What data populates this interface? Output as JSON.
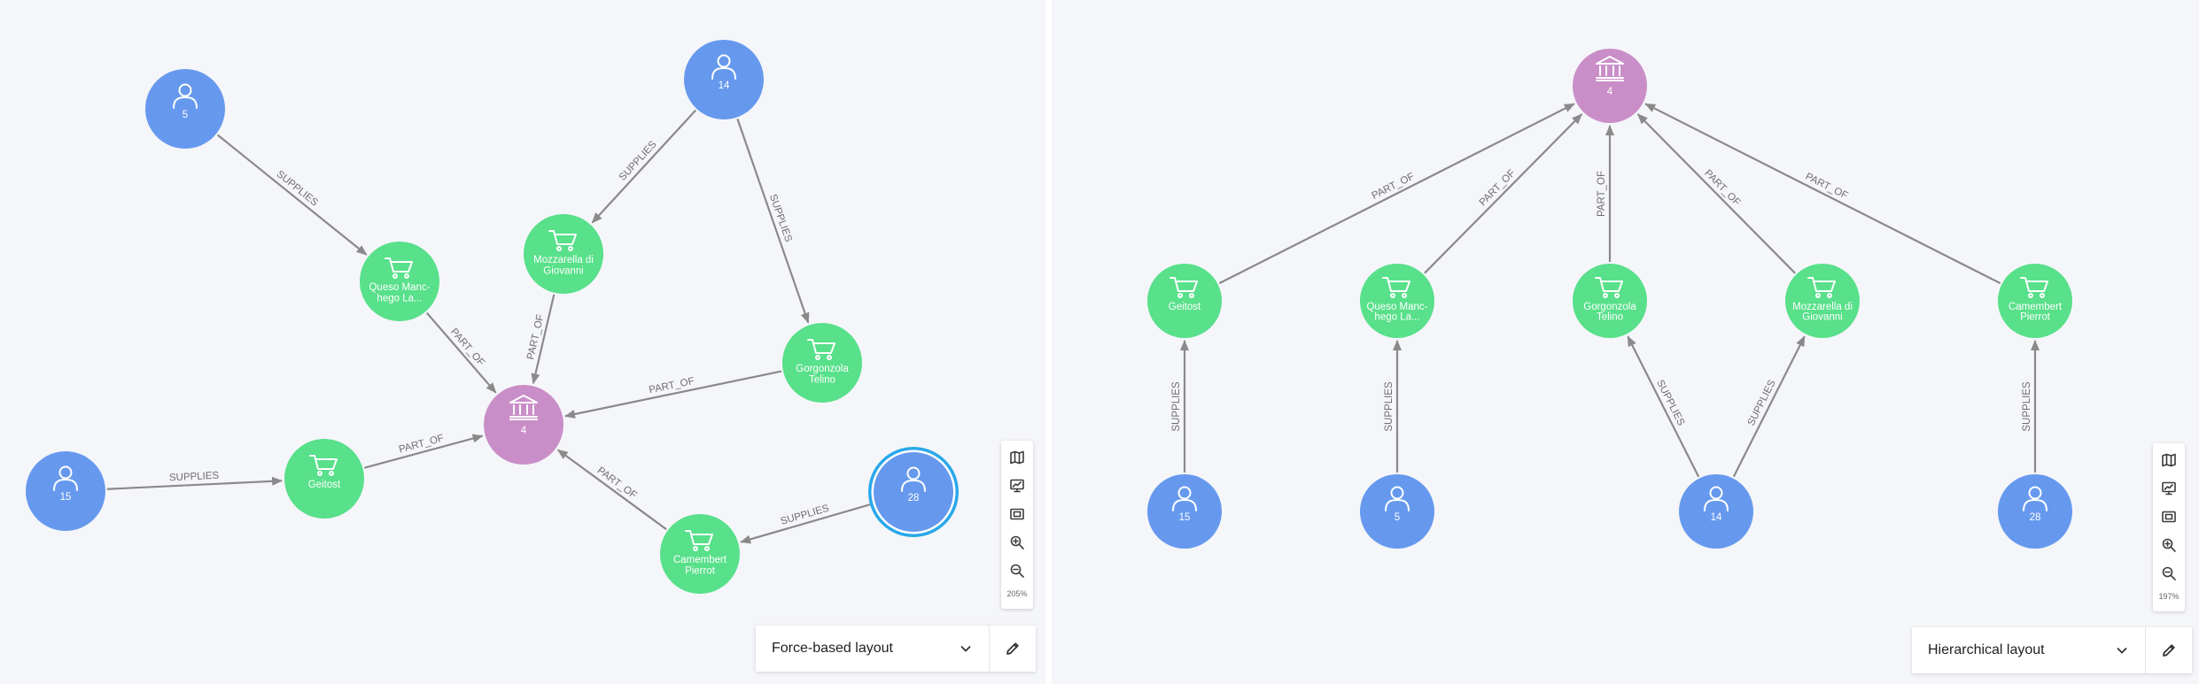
{
  "colors": {
    "supplier": "#6699ee",
    "product": "#58e08a",
    "category": "#c98ec8",
    "edge": "#8a8a8a",
    "selected_ring": "#29a8ea"
  },
  "edge_types": {
    "supplies": "SUPPLIES",
    "part_of": "PART_OF"
  },
  "icons": {
    "supplier": "person-icon",
    "product": "cart-icon",
    "category": "bank-icon"
  },
  "left_view": {
    "layout_label": "Force-based layout",
    "zoom_level": "205%",
    "selected_node": "n28",
    "nodes": [
      {
        "id": "n5",
        "type": "supplier",
        "lines": [
          "5"
        ]
      },
      {
        "id": "n14",
        "type": "supplier",
        "lines": [
          "14"
        ]
      },
      {
        "id": "n15",
        "type": "supplier",
        "lines": [
          "15"
        ]
      },
      {
        "id": "n28",
        "type": "supplier",
        "lines": [
          "28"
        ]
      },
      {
        "id": "nQueso",
        "type": "product",
        "lines": [
          "Queso Manc-",
          "hego La..."
        ]
      },
      {
        "id": "nMozz",
        "type": "product",
        "lines": [
          "Mozzarella di",
          "Giovanni"
        ]
      },
      {
        "id": "nGorg",
        "type": "product",
        "lines": [
          "Gorgonzola",
          "Telino"
        ]
      },
      {
        "id": "nGeit",
        "type": "product",
        "lines": [
          "Geitost"
        ]
      },
      {
        "id": "nCam",
        "type": "product",
        "lines": [
          "Camembert",
          "Pierrot"
        ]
      },
      {
        "id": "c4",
        "type": "category",
        "lines": [
          "4"
        ]
      }
    ],
    "edges": [
      {
        "from": "n5",
        "to": "nQueso",
        "label": "SUPPLIES"
      },
      {
        "from": "n14",
        "to": "nMozz",
        "label": "SUPPLIES"
      },
      {
        "from": "n14",
        "to": "nGorg",
        "label": "SUPPLIES"
      },
      {
        "from": "n15",
        "to": "nGeit",
        "label": "SUPPLIES"
      },
      {
        "from": "n28",
        "to": "nCam",
        "label": "SUPPLIES"
      },
      {
        "from": "nQueso",
        "to": "c4",
        "label": "PART_OF"
      },
      {
        "from": "nMozz",
        "to": "c4",
        "label": "PART_OF"
      },
      {
        "from": "nGorg",
        "to": "c4",
        "label": "PART_OF"
      },
      {
        "from": "nGeit",
        "to": "c4",
        "label": "PART_OF"
      },
      {
        "from": "nCam",
        "to": "c4",
        "label": "PART_OF"
      }
    ]
  },
  "right_view": {
    "layout_label": "Hierarchical layout",
    "zoom_level": "197%",
    "nodes": [
      {
        "id": "c4",
        "type": "category",
        "lines": [
          "4"
        ]
      },
      {
        "id": "nGeit",
        "type": "product",
        "lines": [
          "Geitost"
        ]
      },
      {
        "id": "nQueso",
        "type": "product",
        "lines": [
          "Queso Manc-",
          "hego La..."
        ]
      },
      {
        "id": "nGorg",
        "type": "product",
        "lines": [
          "Gorgonzola",
          "Telino"
        ]
      },
      {
        "id": "nMozz",
        "type": "product",
        "lines": [
          "Mozzarella di",
          "Giovanni"
        ]
      },
      {
        "id": "nCam",
        "type": "product",
        "lines": [
          "Camembert",
          "Pierrot"
        ]
      },
      {
        "id": "n15",
        "type": "supplier",
        "lines": [
          "15"
        ]
      },
      {
        "id": "n5",
        "type": "supplier",
        "lines": [
          "5"
        ]
      },
      {
        "id": "n14",
        "type": "supplier",
        "lines": [
          "14"
        ]
      },
      {
        "id": "n28",
        "type": "supplier",
        "lines": [
          "28"
        ]
      }
    ],
    "edges": [
      {
        "from": "nGeit",
        "to": "c4",
        "label": "PART_OF"
      },
      {
        "from": "nQueso",
        "to": "c4",
        "label": "PART_OF"
      },
      {
        "from": "nGorg",
        "to": "c4",
        "label": "PART_OF"
      },
      {
        "from": "nMozz",
        "to": "c4",
        "label": "PART_OF"
      },
      {
        "from": "nCam",
        "to": "c4",
        "label": "PART_OF"
      },
      {
        "from": "n15",
        "to": "nGeit",
        "label": "SUPPLIES"
      },
      {
        "from": "n5",
        "to": "nQueso",
        "label": "SUPPLIES"
      },
      {
        "from": "n14",
        "to": "nGorg",
        "label": "SUPPLIES"
      },
      {
        "from": "n14",
        "to": "nMozz",
        "label": "SUPPLIES"
      },
      {
        "from": "n28",
        "to": "nCam",
        "label": "SUPPLIES"
      }
    ]
  }
}
